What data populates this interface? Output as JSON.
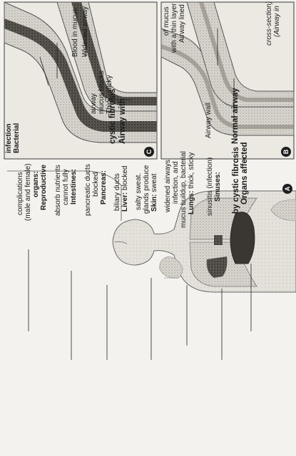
{
  "panel_a": {
    "letter": "A",
    "title_line1": "Organs affected",
    "title_line2": "by cystic fibrosis",
    "sinuses": {
      "name": "Sinuses:",
      "desc": "sinusitis (infection)"
    },
    "lungs": {
      "name": "Lungs:",
      "desc_line1": "thick, sticky",
      "desc_line2": "mucus buildup, bacterial",
      "desc_line3": "infection, and",
      "desc_line4": "widened airways"
    },
    "skin": {
      "name": "Skin:",
      "desc_line1": "sweat",
      "desc_line2": "glands produce",
      "desc_line3": "salty sweat."
    },
    "liver": {
      "name": "Liver:",
      "desc_line1": "blocked",
      "desc_line2": "biliary ducts"
    },
    "pancreas": {
      "name": "Pancreas:",
      "desc_line1": "blocked",
      "desc_line2": "pancreatic ducts"
    },
    "intestines": {
      "name": "Intestines:",
      "desc_line1": "cannot fully",
      "desc_line2": "absorb nutrients"
    },
    "reproductive": {
      "name_line1": "Reproductive",
      "name_line2": "organs:",
      "desc_line1": "(male and female)",
      "desc_line2": "complications"
    }
  },
  "panel_b": {
    "letter": "B",
    "title": "Normal airway",
    "airway_wall": "Airway wall",
    "mucus_line1": "Airway lined",
    "mucus_line2": "with a thin layer",
    "mucus_line3": "of mucus",
    "caption_line1": "(Airway in",
    "caption_line2": "cross-section)"
  },
  "panel_c": {
    "letter": "C",
    "title_line1": "Airway with",
    "title_line2": "cystic fibrosis",
    "mucus_line1": "Thick, sticky",
    "mucus_line2": "mucus blocks",
    "mucus_line3": "airway",
    "widened": "Widened airway",
    "blood": "Blood in mucus",
    "bacterial_line1": "Bacterial",
    "bacterial_line2": "infection"
  }
}
